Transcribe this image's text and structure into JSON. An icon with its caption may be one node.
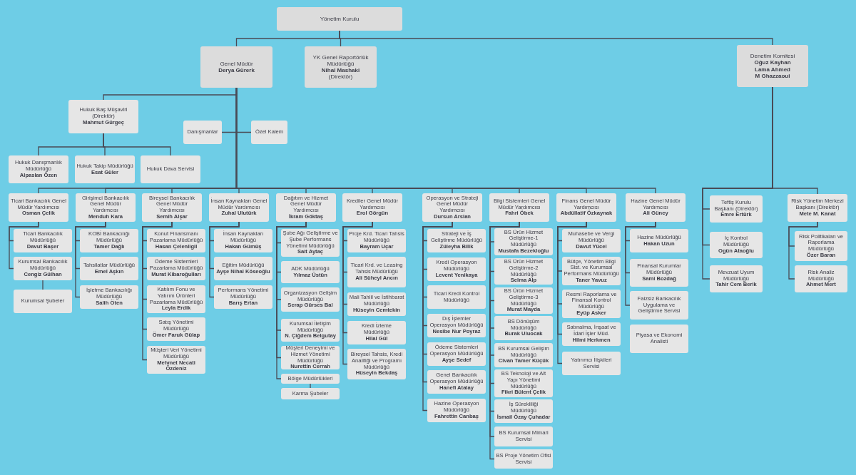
{
  "diagram": {
    "nodes": [
      {
        "text": [
          "Yönetim Kurulu"
        ]
      },
      {
        "text": [
          "Genel Müdür",
          "Derya Gürerk"
        ]
      },
      {
        "text": [
          "YK Genel Raportörlük Müdürlüğü",
          "Nihal Mashaki",
          "(Direktör)"
        ]
      },
      {
        "text": [
          "Denetim Komitesi",
          "Oğuz Kayhan",
          "Lama Ahmed",
          "M Ghazzaoui"
        ]
      },
      {
        "text": [
          "Hukuk Baş Müşaviri (Direktör)",
          "Mahmut Gürgeç"
        ]
      },
      {
        "text": [
          "Danışmanlar"
        ]
      },
      {
        "text": [
          "Özel Kalem"
        ]
      },
      {
        "text": [
          "Hukuk Danışmanlık Müdürlüğü",
          "Alpaslan Özen"
        ]
      },
      {
        "text": [
          "Hukuk Takip Müdürlüğü",
          "Esat Güler"
        ]
      },
      {
        "text": [
          "Hukuk Dava Servisi"
        ]
      },
      {
        "text": [
          "Ticari Bankacılık Genel Müdür Yardımcısı",
          "Osman Çelik"
        ]
      },
      {
        "text": [
          "Girişimci Bankacılık Genel Müdür Yardımcısı",
          "Menduh Kara"
        ]
      },
      {
        "text": [
          "Bireysel Bankacılık Genel Müdür Yardımcısı",
          "Semih Alşar"
        ]
      },
      {
        "text": [
          "İnsan Kaynakları Genel Müdür Yardımcısı",
          "Zuhal Ulutürk"
        ]
      },
      {
        "text": [
          "Dağıtım ve Hizmet Genel Müdür Yardımcısı",
          "İkram Göktaş"
        ]
      },
      {
        "text": [
          "Krediler Genel Müdür Yardımcısı",
          "Erol Görgün"
        ]
      },
      {
        "text": [
          "Operasyon ve Strateji Genel Müdür Yardımcısı",
          "Dursun Arslan"
        ]
      },
      {
        "text": [
          "Bilgi Sistemleri Genel Müdür Yardımcısı",
          "Fahri Öbek"
        ]
      },
      {
        "text": [
          "Finans Genel Müdür Yardımcısı",
          "Abdüllatif Özkaynak"
        ]
      },
      {
        "text": [
          "Hazine Genel Müdür Yardımcısı",
          "Ali Güney"
        ]
      },
      {
        "text": [
          "Teftiş Kurulu Başkanı (Direktör)",
          "Emre Ertürk"
        ]
      },
      {
        "text": [
          "İç Kontrol Müdürlüğü",
          "Ogün Ataoğlu"
        ]
      },
      {
        "text": [
          "Mevzuat Uyum Müdürlüğü",
          "Tahir Cem Berik"
        ]
      },
      {
        "text": [
          "Risk Yönetim Merkezi Başkanı (Direktör)",
          "Mete M. Kanat"
        ]
      },
      {
        "text": [
          "Ticari Bankacılık Müdürlüğü",
          "Davut Başer"
        ]
      },
      {
        "text": [
          "Kurumsal Bankacılık Müdürlüğü",
          "Cengiz Gülhan"
        ]
      },
      {
        "text": [
          "Kurumsal Şubeler"
        ]
      },
      {
        "text": [
          "KOBİ Bankacılığı Müdürlüğü",
          "Tamer Dağlı"
        ]
      },
      {
        "text": [
          "Tahsilatlar Müdürlüğü",
          "Emel Aşkın"
        ]
      },
      {
        "text": [
          "İşletme Bankacılığı Müdürlüğü",
          "Salih Öten"
        ]
      },
      {
        "text": [
          "Konut Finansmanı Pazarlama Müdürlüğü",
          "Hasan Çelenligil"
        ]
      },
      {
        "text": [
          "Ödeme Sistemleri Pazarlama Müdürlüğü",
          "Murat Kibaroğulları"
        ]
      },
      {
        "text": [
          "Katılım Fonu ve Yatırım Ürünleri Pazarlama Müdürlüğü",
          "Leyla Erdik"
        ]
      },
      {
        "text": [
          "Satış Yönetimi Müdürlüğü",
          "Ömer Faruk Gülap"
        ]
      },
      {
        "text": [
          "Müşteri Veri Yönetimi Müdürlüğü",
          "Mehmet Necati Özdeniz"
        ]
      },
      {
        "text": [
          "İnsan Kaynakları Müdürlüğü",
          "Hakan Gümüş"
        ]
      },
      {
        "text": [
          "Eğitim Müdürlüğü",
          "Ayşe Nihal Köseoğlu"
        ]
      },
      {
        "text": [
          "Performans Yönetimi Müdürlüğü",
          "Barış Ertan"
        ]
      },
      {
        "text": [
          "Şube Ağı Geliştirme ve Şube Performans Yönetimi Müdürlüğü",
          "Sait Aytaç"
        ]
      },
      {
        "text": [
          "ADK Müdürlüğü",
          "Yılmaz Üstün"
        ]
      },
      {
        "text": [
          "Organizasyon Gelişim Müdürlüğü",
          "Serap Gürses Bal"
        ]
      },
      {
        "text": [
          "Kurumsal İletişim Müdürlüğü",
          "N. Çiğdem Belgutay"
        ]
      },
      {
        "text": [
          "Müşteri Deneyimi ve Hizmet Yönetimi Müdürlüğü",
          "Nurettin Cerrah"
        ]
      },
      {
        "text": [
          "Bölge Müdürlükleri"
        ]
      },
      {
        "text": [
          "Karma Şubeler"
        ]
      },
      {
        "text": [
          "Proje Krd. Ticari Tahsis Müdürlüğü",
          "Bayram Uçar"
        ]
      },
      {
        "text": [
          "Ticari Krd. ve Leasing Tahsis Müdürlüğü",
          "Ali Süheyl Ancın"
        ]
      },
      {
        "text": [
          "Mali Tahlil ve İstihbarat Müdürlüğü",
          "Hüseyin Cemtekin"
        ]
      },
      {
        "text": [
          "Kredi İzleme Müdürlüğü",
          "Hilal Gül"
        ]
      },
      {
        "text": [
          "Bireysel Tahsis, Kredi Analitiği ve Programı Müdürlüğü",
          "Hüseyin Bekdaş"
        ]
      },
      {
        "text": [
          "Strateji ve İş Geliştirme Müdürlüğü",
          "Züleyha Bilik"
        ]
      },
      {
        "text": [
          "Kredi Operasyon Müdürlüğü",
          "Levent Yenikaya"
        ]
      },
      {
        "text": [
          "Ticari Kredi Kontrol Müdürlüğü"
        ]
      },
      {
        "text": [
          "Dış İşlemler Operasyon Müdürlüğü",
          "Nesibe Nur Poyraz"
        ]
      },
      {
        "text": [
          "Ödeme Sistemleri Operasyon Müdürlüğü",
          "Ayşe Sedef"
        ]
      },
      {
        "text": [
          "Genel Bankacılık Operasyon Müdürlüğü",
          "Hanefi Atalay"
        ]
      },
      {
        "text": [
          "Hazine Operasyon Müdürlüğü",
          "Fahrettin Canbaş"
        ]
      },
      {
        "text": [
          "BS Ürün Hizmet Geliştirme-1 Müdürlüğü",
          "Mustafa Bezekloğlu"
        ]
      },
      {
        "text": [
          "BS Ürün Hizmet Geliştirme-2 Müdürlüğü",
          "Selma Alp"
        ]
      },
      {
        "text": [
          "BS Ürün Hizmet Geliştirme-3 Müdürlüğü",
          "Murat Mayda"
        ]
      },
      {
        "text": [
          "BS Dönüşüm Müdürlüğü",
          "Burak Uluocak"
        ]
      },
      {
        "text": [
          "BS Kurumsal Gelişim Müdürlüğü",
          "Civan Tamer Küçük"
        ]
      },
      {
        "text": [
          "BS Teknoloji ve Alt Yapı Yönetimi Müdürlüğü",
          "Fikri Bülent Çelik"
        ]
      },
      {
        "text": [
          "İş Sürekliliği Müdürlüğü",
          "İsmail Özay Çuhadar"
        ]
      },
      {
        "text": [
          "BS Kurumsal Mimari Servisi"
        ]
      },
      {
        "text": [
          "BS Proje Yönetim Ofisi Servisi"
        ]
      },
      {
        "text": [
          "Muhasebe ve Vergi Müdürlüğü",
          "Davut Yücel"
        ]
      },
      {
        "text": [
          "Bütçe, Yönetim Bilgi Sist. ve Kurumsal Performans Müdürlüğü",
          "Taner Yavuz"
        ]
      },
      {
        "text": [
          "Resmi Raporlama ve Finansal Kontrol Müdürlüğü",
          "Eyüp Asker"
        ]
      },
      {
        "text": [
          "Satınalma, İnşaat ve İdari İşler Müd.",
          "Hilmi Herkmen"
        ]
      },
      {
        "text": [
          "Yatırımcı İlişkileri Servisi"
        ]
      },
      {
        "text": [
          "Hazine Müdürlüğü",
          "Hakan Uzun"
        ]
      },
      {
        "text": [
          "Finansal Kurumlar Müdürlüğü",
          "Sami Bozdağ"
        ]
      },
      {
        "text": [
          "Faizsiz Bankacılık Uygulama ve Geliştirme Servisi"
        ]
      },
      {
        "text": [
          "Piyasa ve Ekonomi Analisti"
        ]
      },
      {
        "text": [
          "Risk Politikaları ve Raporlama Müdürlüğü",
          "Özer Baran"
        ]
      },
      {
        "text": [
          "Risk Analiz Müdürlüğü",
          "Ahmet Mert"
        ]
      }
    ],
    "edges": [
      {
        "from": 0,
        "to": 1,
        "arrow": "none"
      },
      {
        "from": 0,
        "to": 2,
        "arrow": "none"
      },
      {
        "from": 0,
        "to": 3,
        "arrow": "none"
      },
      {
        "from": 1,
        "to": 4,
        "arrow": "none"
      },
      {
        "from": 1,
        "to": 5,
        "arrow": "none"
      },
      {
        "from": 1,
        "to": 6,
        "arrow": "none"
      },
      {
        "from": 4,
        "to": 7,
        "arrow": "none"
      },
      {
        "from": 4,
        "to": 8,
        "arrow": "none"
      },
      {
        "from": 4,
        "to": 9,
        "arrow": "none"
      },
      {
        "from": 1,
        "to": 10,
        "arrow": "none"
      },
      {
        "from": 1,
        "to": 11,
        "arrow": "none"
      },
      {
        "from": 1,
        "to": 12,
        "arrow": "none"
      },
      {
        "from": 1,
        "to": 13,
        "arrow": "none"
      },
      {
        "from": 1,
        "to": 14,
        "arrow": "none"
      },
      {
        "from": 1,
        "to": 15,
        "arrow": "none"
      },
      {
        "from": 1,
        "to": 16,
        "arrow": "none"
      },
      {
        "from": 1,
        "to": 17,
        "arrow": "none"
      },
      {
        "from": 1,
        "to": 18,
        "arrow": "none"
      },
      {
        "from": 1,
        "to": 19,
        "arrow": "none"
      },
      {
        "from": 3,
        "to": 20,
        "arrow": "none"
      },
      {
        "from": 3,
        "to": 21,
        "arrow": "none"
      },
      {
        "from": 3,
        "to": 22,
        "arrow": "none"
      },
      {
        "from": 3,
        "to": 23,
        "arrow": "none"
      },
      {
        "from": 10,
        "to": 24,
        "arrow": "none"
      },
      {
        "from": 10,
        "to": 25,
        "arrow": "none"
      },
      {
        "from": 25,
        "to": 26,
        "arrow": "none"
      },
      {
        "from": 11,
        "to": 27,
        "arrow": "none"
      },
      {
        "from": 11,
        "to": 28,
        "arrow": "none"
      },
      {
        "from": 11,
        "to": 29,
        "arrow": "none"
      },
      {
        "from": 12,
        "to": 30,
        "arrow": "none"
      },
      {
        "from": 12,
        "to": 31,
        "arrow": "none"
      },
      {
        "from": 12,
        "to": 32,
        "arrow": "none"
      },
      {
        "from": 12,
        "to": 33,
        "arrow": "none"
      },
      {
        "from": 12,
        "to": 34,
        "arrow": "none"
      },
      {
        "from": 13,
        "to": 35,
        "arrow": "none"
      },
      {
        "from": 13,
        "to": 36,
        "arrow": "none"
      },
      {
        "from": 13,
        "to": 37,
        "arrow": "none"
      },
      {
        "from": 14,
        "to": 38,
        "arrow": "none"
      },
      {
        "from": 14,
        "to": 39,
        "arrow": "none"
      },
      {
        "from": 14,
        "to": 40,
        "arrow": "none"
      },
      {
        "from": 14,
        "to": 41,
        "arrow": "none"
      },
      {
        "from": 14,
        "to": 42,
        "arrow": "none"
      },
      {
        "from": 14,
        "to": 43,
        "arrow": "none"
      },
      {
        "from": 43,
        "to": 44,
        "arrow": "none"
      },
      {
        "from": 15,
        "to": 45,
        "arrow": "none"
      },
      {
        "from": 15,
        "to": 46,
        "arrow": "none"
      },
      {
        "from": 15,
        "to": 47,
        "arrow": "none"
      },
      {
        "from": 15,
        "to": 48,
        "arrow": "none"
      },
      {
        "from": 15,
        "to": 49,
        "arrow": "none"
      },
      {
        "from": 16,
        "to": 50,
        "arrow": "none"
      },
      {
        "from": 16,
        "to": 51,
        "arrow": "none"
      },
      {
        "from": 16,
        "to": 52,
        "arrow": "none"
      },
      {
        "from": 16,
        "to": 53,
        "arrow": "none"
      },
      {
        "from": 16,
        "to": 54,
        "arrow": "none"
      },
      {
        "from": 16,
        "to": 55,
        "arrow": "none"
      },
      {
        "from": 16,
        "to": 56,
        "arrow": "none"
      },
      {
        "from": 17,
        "to": 57,
        "arrow": "none"
      },
      {
        "from": 17,
        "to": 58,
        "arrow": "none"
      },
      {
        "from": 17,
        "to": 59,
        "arrow": "none"
      },
      {
        "from": 17,
        "to": 60,
        "arrow": "none"
      },
      {
        "from": 17,
        "to": 61,
        "arrow": "none"
      },
      {
        "from": 17,
        "to": 62,
        "arrow": "none"
      },
      {
        "from": 17,
        "to": 63,
        "arrow": "none"
      },
      {
        "from": 17,
        "to": 64,
        "arrow": "none"
      },
      {
        "from": 17,
        "to": 65,
        "arrow": "none"
      },
      {
        "from": 18,
        "to": 66,
        "arrow": "none"
      },
      {
        "from": 18,
        "to": 67,
        "arrow": "none"
      },
      {
        "from": 18,
        "to": 68,
        "arrow": "none"
      },
      {
        "from": 18,
        "to": 69,
        "arrow": "none"
      },
      {
        "from": 18,
        "to": 70,
        "arrow": "none"
      },
      {
        "from": 19,
        "to": 71,
        "arrow": "none"
      },
      {
        "from": 19,
        "to": 72,
        "arrow": "none"
      },
      {
        "from": 19,
        "to": 73,
        "arrow": "none"
      },
      {
        "from": 23,
        "to": 75,
        "arrow": "none"
      },
      {
        "from": 23,
        "to": 76,
        "arrow": "none"
      }
    ]
  }
}
